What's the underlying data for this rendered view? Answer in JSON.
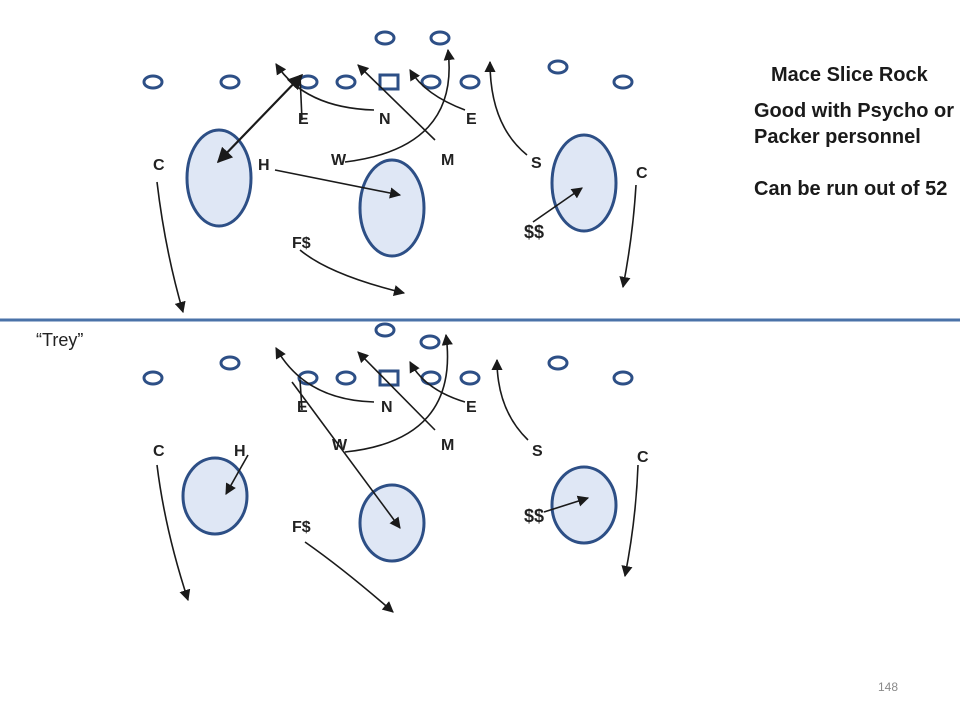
{
  "title": "Mace Slice Rock",
  "notes": {
    "line1": "Good with Psycho or Packer personnel",
    "line2": "Can be run out of 52"
  },
  "formation_label": "“Trey”",
  "page_number": "148",
  "colors": {
    "line_of_scrimmage": "#4a72a8",
    "zone_fill": "#dfe7f5",
    "zone_stroke": "#2d4f86",
    "player_stroke": "#2d4f86",
    "arrow": "#1a1a1a"
  },
  "top_play": {
    "labels": {
      "e_left": "E",
      "n": "N",
      "e_right": "E",
      "c_left": "C",
      "h": "H",
      "w": "W",
      "m": "M",
      "s": "S",
      "c_right": "C",
      "ss": "$$",
      "fs": "F$"
    }
  },
  "bottom_play": {
    "labels": {
      "e_left": "E",
      "n": "N",
      "e_right": "E",
      "c_left": "C",
      "h": "H",
      "w": "W",
      "m": "M",
      "s": "S",
      "c_right": "C",
      "ss": "$$",
      "fs": "F$"
    }
  }
}
